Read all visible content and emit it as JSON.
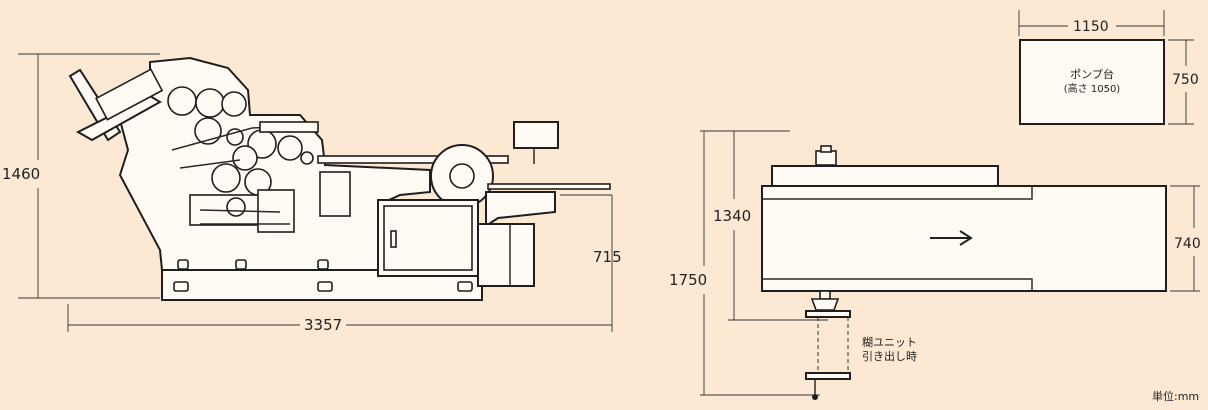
{
  "dimensions": {
    "side_height": "1460",
    "side_width": "3357",
    "side_table_height": "715",
    "pump_width": "1150",
    "pump_depth": "750",
    "plan_1340": "1340",
    "plan_1750": "1750",
    "plan_740": "740"
  },
  "labels": {
    "pump_line1": "ポンプ台",
    "pump_line2": "(高さ 1050)",
    "glue_line1": "糊ユニット",
    "glue_line2": "引き出し時",
    "unit": "単位:mm"
  },
  "icons": {
    "flow": "arrow-right-icon"
  },
  "colors": {
    "background": "#fde9d3",
    "line": "#1e1e1e",
    "fill": "#fffaf3"
  }
}
